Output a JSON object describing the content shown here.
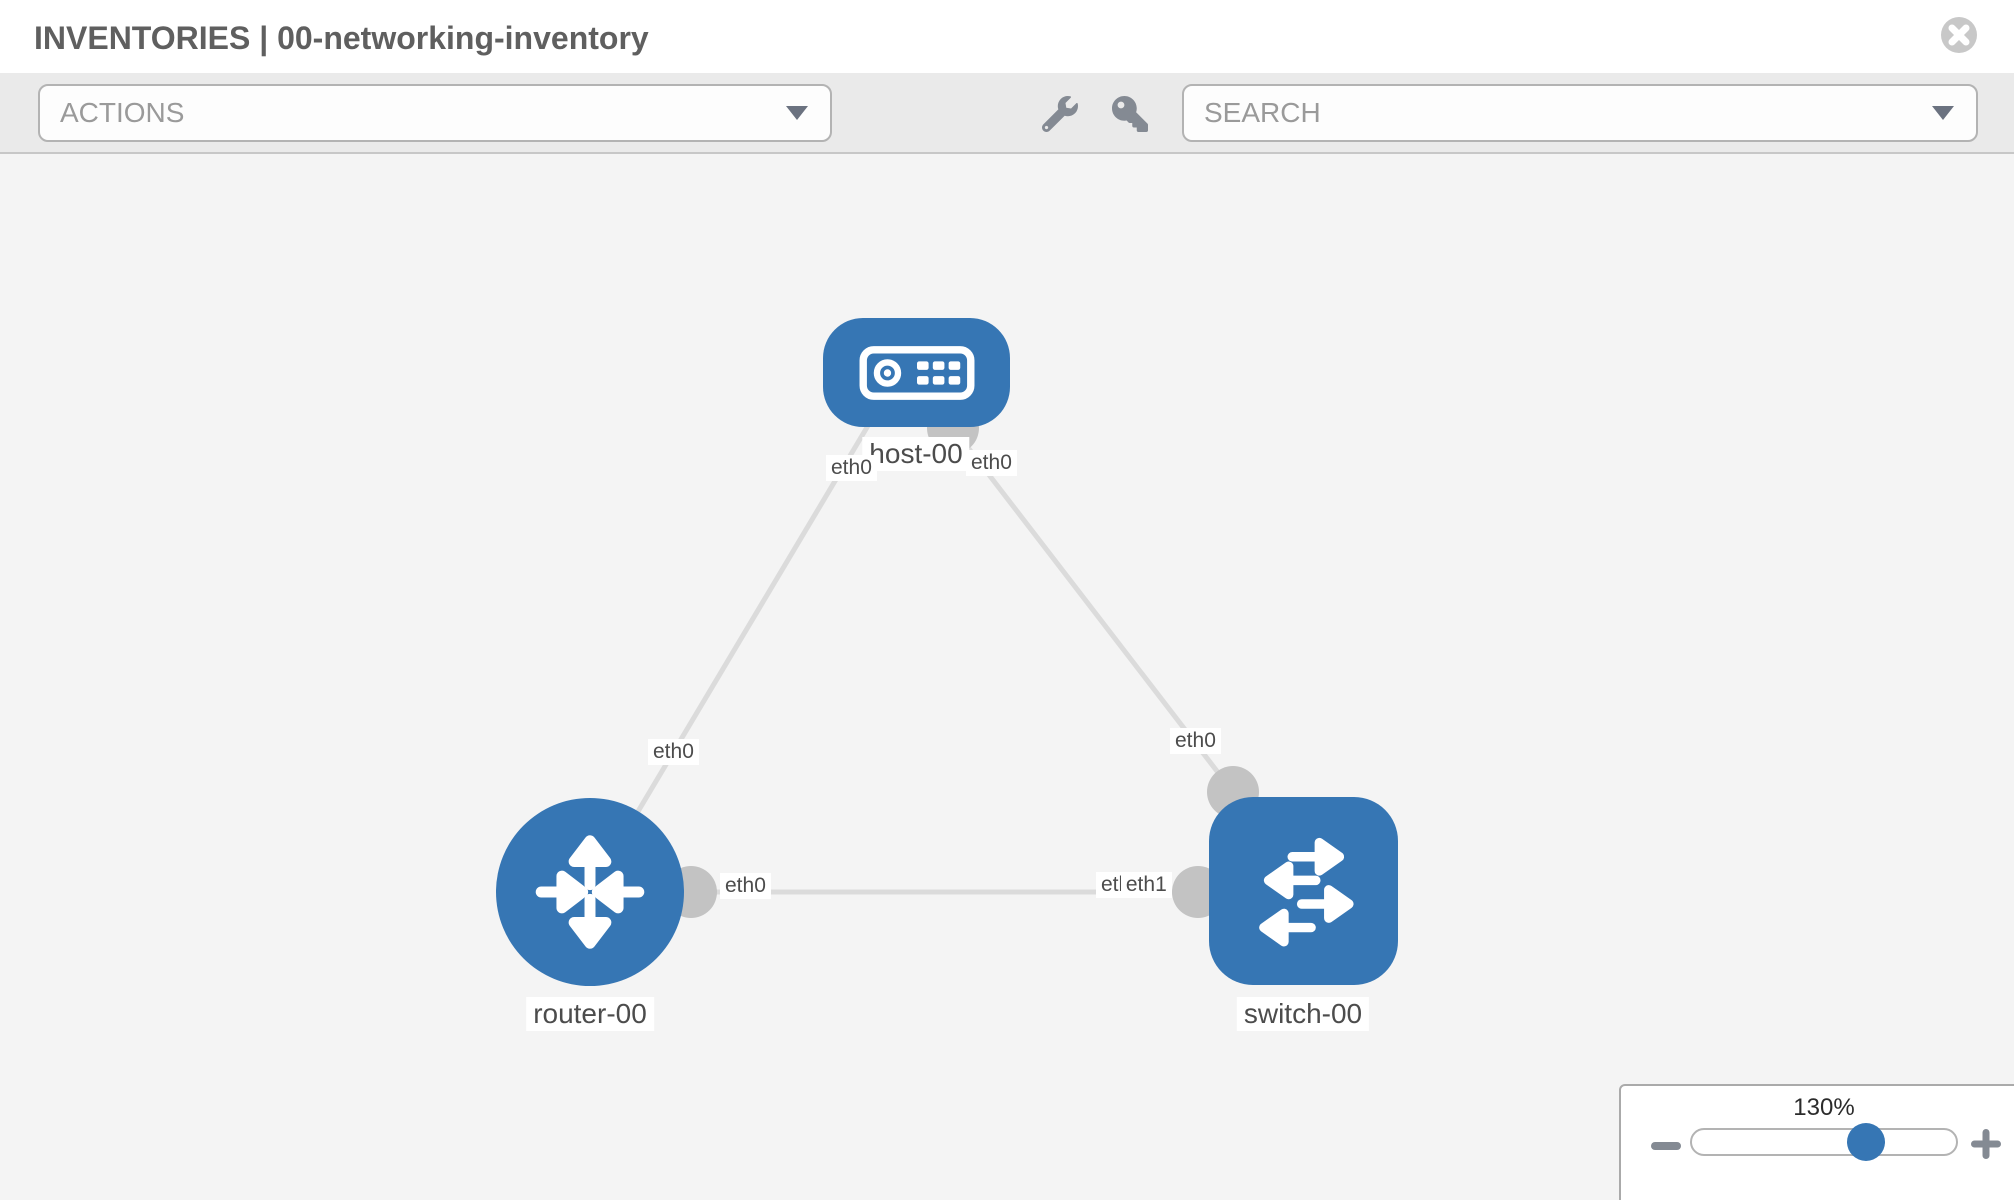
{
  "header": {
    "title": "INVENTORIES | 00-networking-inventory",
    "close_icon": "close"
  },
  "toolbar": {
    "actions_label": "ACTIONS",
    "search_placeholder": "SEARCH",
    "wrench_icon": "wrench",
    "key_icon": "key"
  },
  "topology": {
    "nodes": [
      {
        "id": "host-00",
        "type": "host",
        "label": "host-00"
      },
      {
        "id": "router-00",
        "type": "router",
        "label": "router-00"
      },
      {
        "id": "switch-00",
        "type": "switch",
        "label": "switch-00"
      }
    ],
    "links": [
      {
        "from": "host-00",
        "to": "router-00",
        "from_iface": "eth0",
        "to_iface": "eth0"
      },
      {
        "from": "host-00",
        "to": "switch-00",
        "from_iface": "eth0",
        "to_iface": "eth0"
      },
      {
        "from": "router-00",
        "to": "switch-00",
        "from_iface": "eth0",
        "to_iface": "eth1"
      }
    ],
    "iface_labels": {
      "host_to_router": "eth0",
      "host_to_switch": "eth0",
      "router_from_host": "eth0",
      "switch_from_host": "eth0",
      "router_to_switch": "eth0",
      "switch_left_back": "eth0",
      "switch_left_front": "eth1"
    }
  },
  "zoom_control": {
    "level": "130%",
    "minus_icon": "zoom-out",
    "plus_icon": "zoom-in"
  },
  "colors": {
    "node_blue": "#3676b4",
    "link_gray": "#dbdbdb",
    "connector_gray": "#c3c3c3",
    "canvas_bg": "#f4f4f4",
    "toolbar_bg": "#eaeaea"
  }
}
